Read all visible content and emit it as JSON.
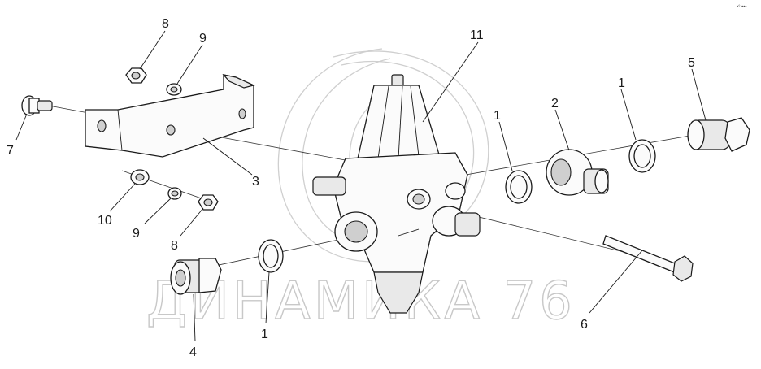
{
  "callouts": [
    {
      "id": "c8a",
      "label": "8"
    },
    {
      "id": "c9a",
      "label": "9"
    },
    {
      "id": "c11",
      "label": "11"
    },
    {
      "id": "c5",
      "label": "5"
    },
    {
      "id": "c2",
      "label": "2"
    },
    {
      "id": "c1a",
      "label": "1"
    },
    {
      "id": "c1b",
      "label": "1"
    },
    {
      "id": "c7",
      "label": "7"
    },
    {
      "id": "c3",
      "label": "3"
    },
    {
      "id": "c10",
      "label": "10"
    },
    {
      "id": "c9b",
      "label": "9"
    },
    {
      "id": "c8b",
      "label": "8"
    },
    {
      "id": "c1c",
      "label": "1"
    },
    {
      "id": "c4",
      "label": "4"
    },
    {
      "id": "c6",
      "label": "6"
    }
  ],
  "watermark": {
    "text": "ДИНАМИКА 76"
  },
  "corner_mark": "•° •••"
}
